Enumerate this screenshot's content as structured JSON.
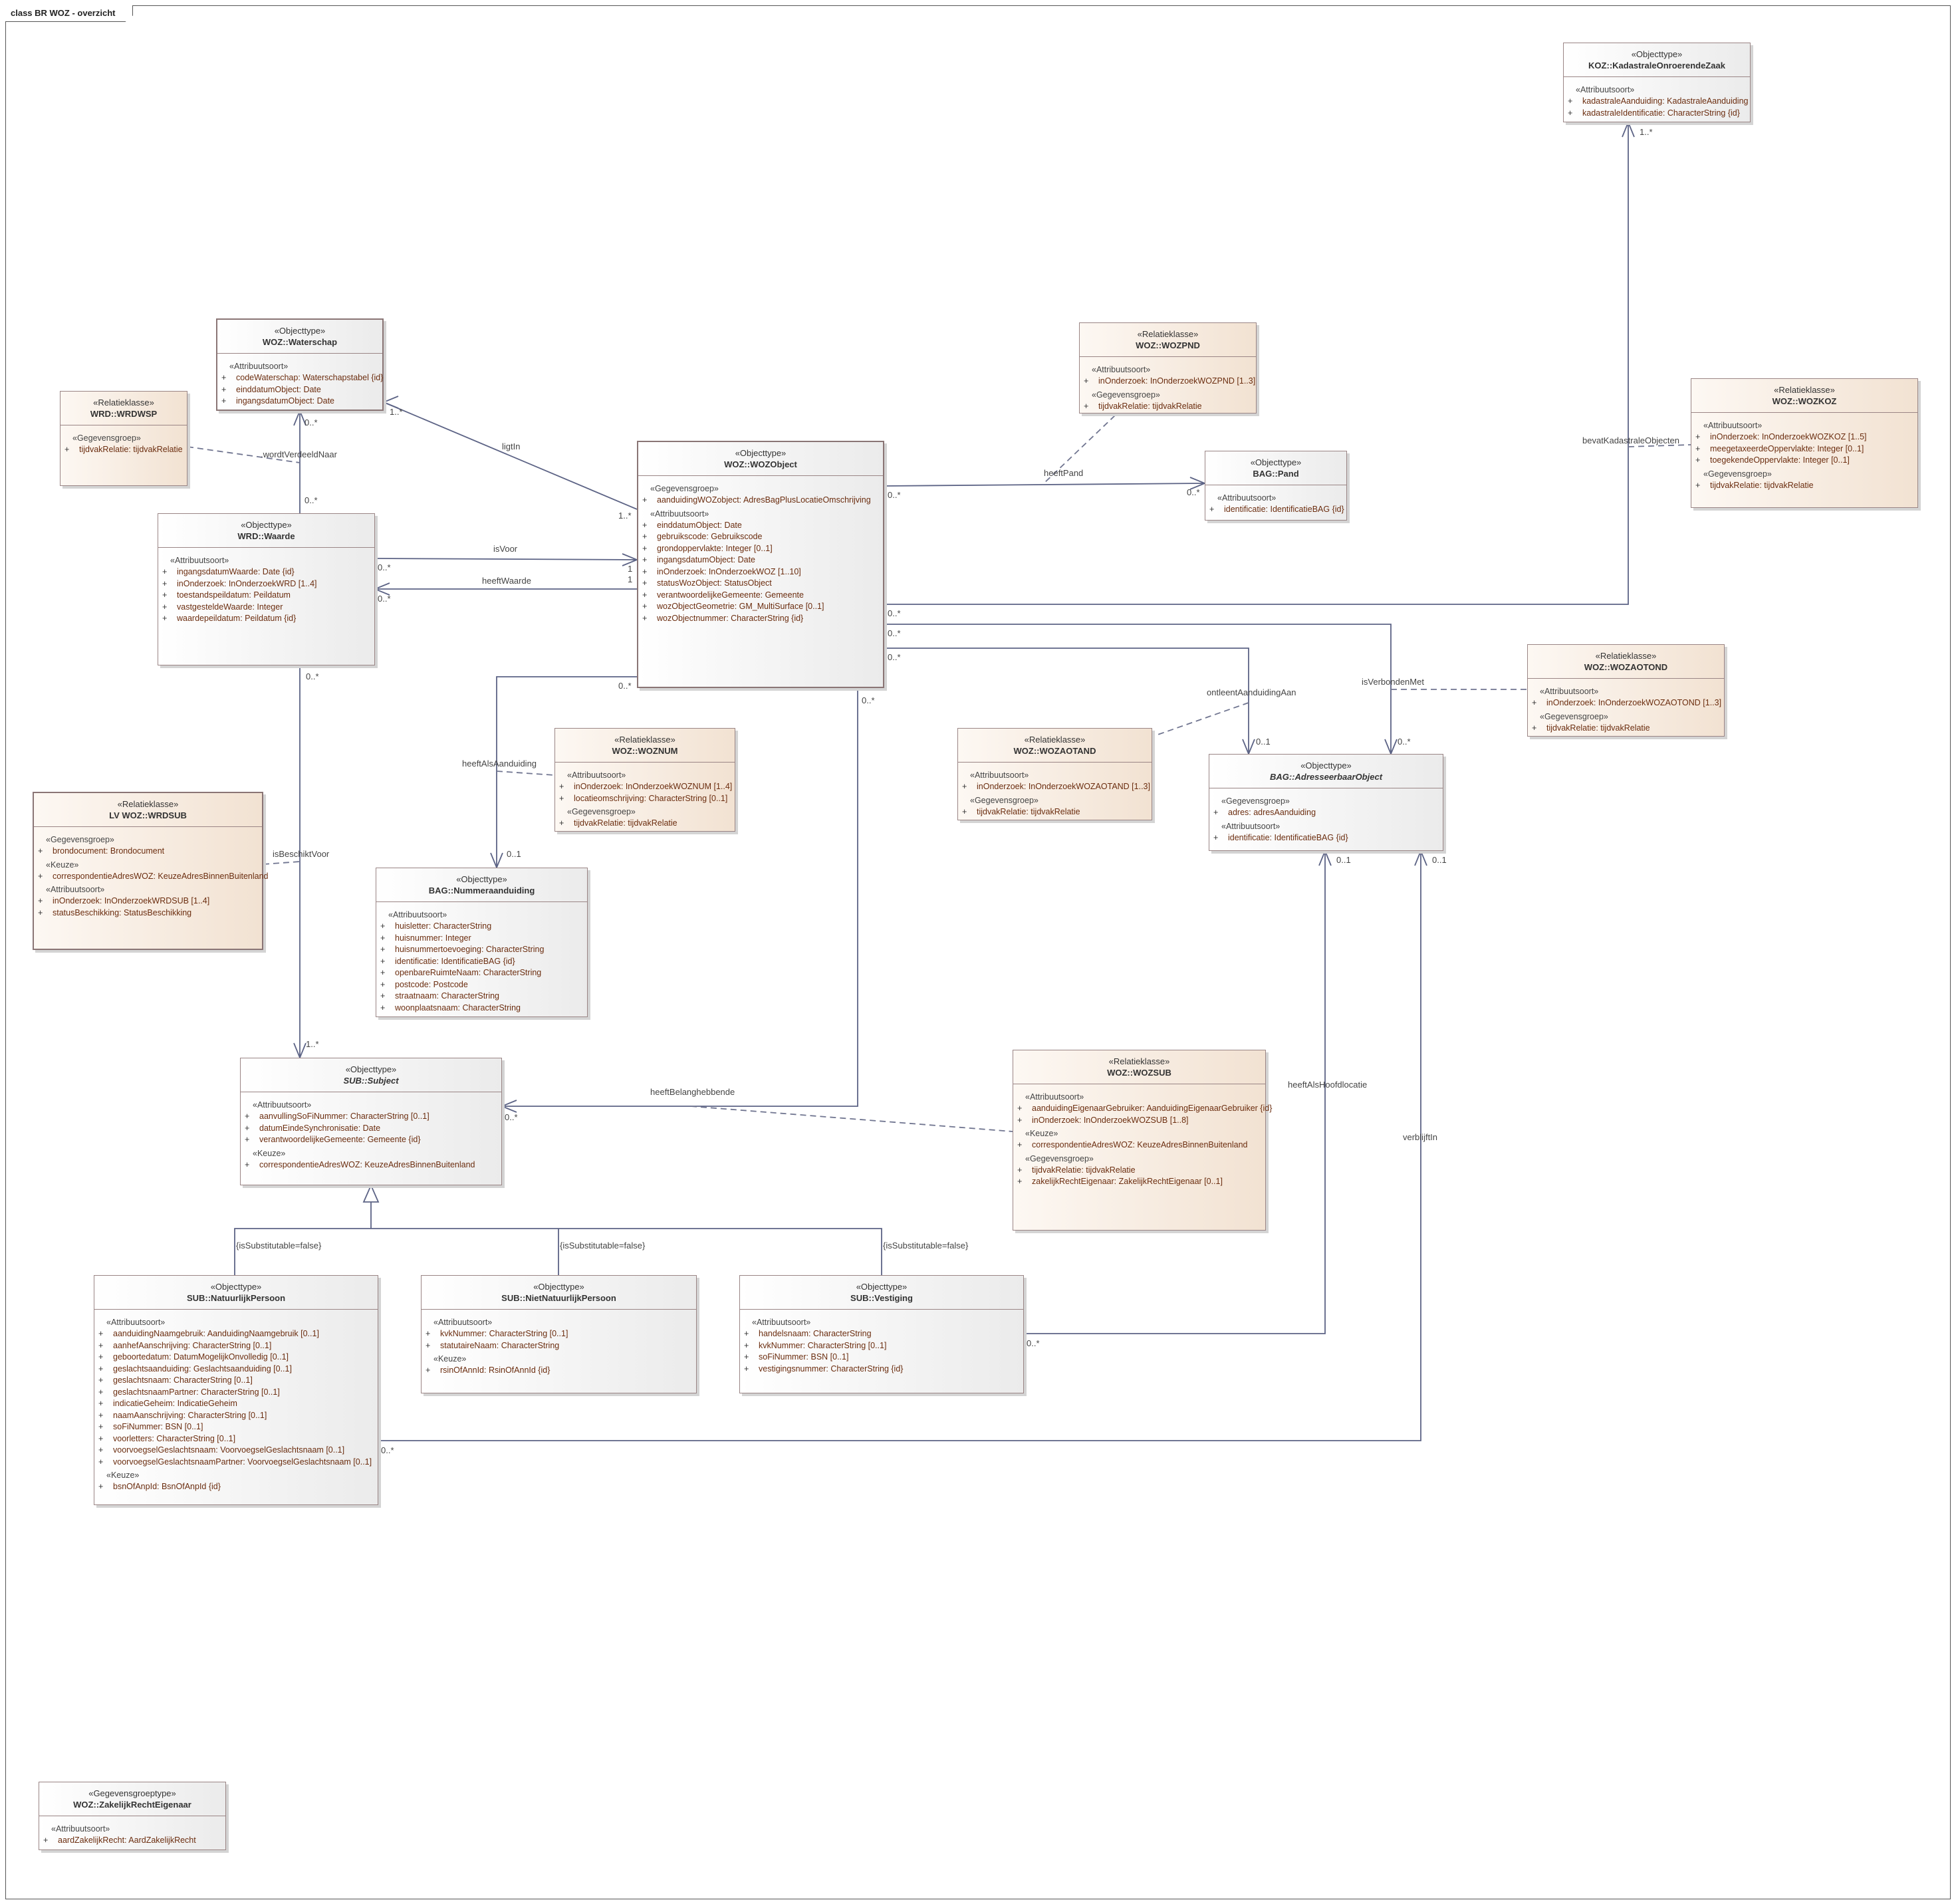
{
  "diagram_title": "class BR WOZ - overzicht",
  "colors": {
    "objecttype_fill": "#ececec",
    "relatieklasse_fill": "#f2e2d2",
    "border": "#9a8585",
    "line": "#5c6385",
    "attribute_text": "#6b2d0f"
  },
  "classes": [
    {
      "id": "koz",
      "stereotype": "«Objecttype»",
      "name": "KOZ::KadastraleOnroerendeZaak",
      "kind": "object",
      "sections": [
        {
          "stereotype": "«Attribuutsoort»",
          "attrs": [
            "kadastraleAanduiding: KadastraleAanduiding",
            "kadastraleIdentificatie: CharacterString {id}"
          ]
        }
      ]
    },
    {
      "id": "waterschap",
      "stereotype": "«Objecttype»",
      "name": "WOZ::Waterschap",
      "kind": "object",
      "strong": true,
      "sections": [
        {
          "stereotype": "«Attribuutsoort»",
          "attrs": [
            "codeWaterschap: Waterschapstabel {id}",
            "einddatumObject: Date",
            "ingangsdatumObject: Date"
          ]
        }
      ]
    },
    {
      "id": "wrdwsp",
      "stereotype": "«Relatieklasse»",
      "name": "WRD::WRDWSP",
      "kind": "rel",
      "sections": [
        {
          "stereotype": "«Gegevensgroep»",
          "attrs": [
            "tijdvakRelatie: tijdvakRelatie"
          ]
        }
      ]
    },
    {
      "id": "wozpnd",
      "stereotype": "«Relatieklasse»",
      "name": "WOZ::WOZPND",
      "kind": "rel",
      "sections": [
        {
          "stereotype": "«Attribuutsoort»",
          "attrs": [
            "inOnderzoek: InOnderzoekWOZPND [1..3]"
          ]
        },
        {
          "stereotype": "«Gegevensgroep»",
          "attrs": [
            "tijdvakRelatie: tijdvakRelatie"
          ]
        }
      ]
    },
    {
      "id": "wozkoz",
      "stereotype": "«Relatieklasse»",
      "name": "WOZ::WOZKOZ",
      "kind": "rel",
      "sections": [
        {
          "stereotype": "«Attribuutsoort»",
          "attrs": [
            "inOnderzoek: InOnderzoekWOZKOZ [1..5]",
            "meegetaxeerdeOppervlakte: Integer [0..1]",
            "toegekendeOppervlakte: Integer [0..1]"
          ]
        },
        {
          "stereotype": "«Gegevensgroep»",
          "attrs": [
            "tijdvakRelatie: tijdvakRelatie"
          ]
        }
      ]
    },
    {
      "id": "wozobject",
      "stereotype": "«Objecttype»",
      "name": "WOZ::WOZObject",
      "kind": "object",
      "strong": true,
      "sections": [
        {
          "stereotype": "«Gegevensgroep»",
          "attrs": [
            "aanduidingWOZobject: AdresBagPlusLocatieOmschrijving"
          ]
        },
        {
          "stereotype": "«Attribuutsoort»",
          "attrs": [
            "einddatumObject: Date",
            "gebruikscode: Gebruikscode",
            "grondoppervlakte: Integer [0..1]",
            "ingangsdatumObject: Date",
            "inOnderzoek: InOnderzoekWOZ [1..10]",
            "statusWozObject: StatusObject",
            "verantwoordelijkeGemeente: Gemeente",
            "wozObjectGeometrie: GM_MultiSurface [0..1]",
            "wozObjectnummer: CharacterString {id}"
          ]
        }
      ]
    },
    {
      "id": "pand",
      "stereotype": "«Objecttype»",
      "name": "BAG::Pand",
      "kind": "object",
      "sections": [
        {
          "stereotype": "«Attribuutsoort»",
          "attrs": [
            "identificatie: IdentificatieBAG {id}"
          ]
        }
      ]
    },
    {
      "id": "waarde",
      "stereotype": "«Objecttype»",
      "name": "WRD::Waarde",
      "kind": "object",
      "sections": [
        {
          "stereotype": "«Attribuutsoort»",
          "attrs": [
            "ingangsdatumWaarde: Date {id}",
            "inOnderzoek: InOnderzoekWRD [1..4]",
            "toestandspeildatum: Peildatum",
            "vastgesteldeWaarde: Integer",
            "waardepeildatum: Peildatum {id}"
          ]
        }
      ]
    },
    {
      "id": "wozaotond",
      "stereotype": "«Relatieklasse»",
      "name": "WOZ::WOZAOTOND",
      "kind": "rel",
      "sections": [
        {
          "stereotype": "«Attribuutsoort»",
          "attrs": [
            "inOnderzoek: InOnderzoekWOZAOTOND [1..3]"
          ]
        },
        {
          "stereotype": "«Gegevensgroep»",
          "attrs": [
            "tijdvakRelatie: tijdvakRelatie"
          ]
        }
      ]
    },
    {
      "id": "woznum",
      "stereotype": "«Relatieklasse»",
      "name": "WOZ::WOZNUM",
      "kind": "rel",
      "sections": [
        {
          "stereotype": "«Attribuutsoort»",
          "attrs": [
            "inOnderzoek: InOnderzoekWOZNUM [1..4]",
            "locatieomschrijving: CharacterString [0..1]"
          ]
        },
        {
          "stereotype": "«Gegevensgroep»",
          "attrs": [
            "tijdvakRelatie: tijdvakRelatie"
          ]
        }
      ]
    },
    {
      "id": "wozaotand",
      "stereotype": "«Relatieklasse»",
      "name": "WOZ::WOZAOTAND",
      "kind": "rel",
      "sections": [
        {
          "stereotype": "«Attribuutsoort»",
          "attrs": [
            "inOnderzoek: InOnderzoekWOZAOTAND [1..3]"
          ]
        },
        {
          "stereotype": "«Gegevensgroep»",
          "attrs": [
            "tijdvakRelatie: tijdvakRelatie"
          ]
        }
      ]
    },
    {
      "id": "adresseerbaar",
      "stereotype": "«Objecttype»",
      "name": "BAG::AdresseerbaarObject",
      "kind": "object",
      "abstract": true,
      "sections": [
        {
          "stereotype": "«Gegevensgroep»",
          "attrs": [
            "adres: adresAanduiding"
          ]
        },
        {
          "stereotype": "«Attribuutsoort»",
          "attrs": [
            "identificatie: IdentificatieBAG {id}"
          ]
        }
      ]
    },
    {
      "id": "wrdsub",
      "stereotype": "«Relatieklasse»",
      "name": "LV WOZ::WRDSUB",
      "kind": "rel",
      "strong": true,
      "sections": [
        {
          "stereotype": "«Gegevensgroep»",
          "attrs": [
            "brondocument: Brondocument"
          ]
        },
        {
          "stereotype": "«Keuze»",
          "attrs": [
            "correspondentieAdresWOZ: KeuzeAdresBinnenBuitenland"
          ]
        },
        {
          "stereotype": "«Attribuutsoort»",
          "attrs": [
            "inOnderzoek: InOnderzoekWRDSUB [1..4]",
            "statusBeschikking: StatusBeschikking"
          ]
        }
      ]
    },
    {
      "id": "nummeraanduiding",
      "stereotype": "«Objecttype»",
      "name": "BAG::Nummeraanduiding",
      "kind": "object",
      "sections": [
        {
          "stereotype": "«Attribuutsoort»",
          "attrs": [
            "huisletter: CharacterString",
            "huisnummer: Integer",
            "huisnummertoevoeging: CharacterString",
            "identificatie: IdentificatieBAG {id}",
            "openbareRuimteNaam: CharacterString",
            "postcode: Postcode",
            "straatnaam: CharacterString",
            "woonplaatsnaam: CharacterString"
          ]
        }
      ]
    },
    {
      "id": "subject",
      "stereotype": "«Objecttype»",
      "name": "SUB::Subject",
      "kind": "object",
      "abstract": true,
      "sections": [
        {
          "stereotype": "«Attribuutsoort»",
          "attrs": [
            "aanvullingSoFiNummer: CharacterString [0..1]",
            "datumEindeSynchronisatie: Date",
            "verantwoordelijkeGemeente: Gemeente {id}"
          ]
        },
        {
          "stereotype": "«Keuze»",
          "attrs": [
            "correspondentieAdresWOZ: KeuzeAdresBinnenBuitenland"
          ]
        }
      ]
    },
    {
      "id": "wozsub",
      "stereotype": "«Relatieklasse»",
      "name": "WOZ::WOZSUB",
      "kind": "rel",
      "sections": [
        {
          "stereotype": "«Attribuutsoort»",
          "attrs": [
            "aanduidingEigenaarGebruiker: AanduidingEigenaarGebruiker {id}",
            "inOnderzoek: InOnderzoekWOZSUB [1..8]"
          ]
        },
        {
          "stereotype": "«Keuze»",
          "attrs": [
            "correspondentieAdresWOZ: KeuzeAdresBinnenBuitenland"
          ]
        },
        {
          "stereotype": "«Gegevensgroep»",
          "attrs": [
            "tijdvakRelatie: tijdvakRelatie",
            "zakelijkRechtEigenaar: ZakelijkRechtEigenaar [0..1]"
          ]
        }
      ]
    },
    {
      "id": "natuurlijkpersoon",
      "stereotype": "«Objecttype»",
      "name": "SUB::NatuurlijkPersoon",
      "kind": "object",
      "sections": [
        {
          "stereotype": "«Attribuutsoort»",
          "attrs": [
            "aanduidingNaamgebruik: AanduidingNaamgebruik [0..1]",
            "aanhefAanschrijving: CharacterString [0..1]",
            "geboortedatum: DatumMogelijkOnvolledig [0..1]",
            "geslachtsaanduiding: Geslachtsaanduiding [0..1]",
            "geslachtsnaam: CharacterString [0..1]",
            "geslachtsnaamPartner: CharacterString [0..1]",
            "indicatieGeheim: IndicatieGeheim",
            "naamAanschrijving: CharacterString [0..1]",
            "soFiNummer: BSN [0..1]",
            "voorletters: CharacterString [0..1]",
            "voorvoegselGeslachtsnaam: VoorvoegselGeslachtsnaam [0..1]",
            "voorvoegselGeslachtsnaamPartner: VoorvoegselGeslachtsnaam [0..1]"
          ]
        },
        {
          "stereotype": "«Keuze»",
          "attrs": [
            "bsnOfAnpId: BsnOfAnpId {id}"
          ]
        }
      ]
    },
    {
      "id": "nietnatuurlijkpersoon",
      "stereotype": "«Objecttype»",
      "name": "SUB::NietNatuurlijkPersoon",
      "kind": "object",
      "sections": [
        {
          "stereotype": "«Attribuutsoort»",
          "attrs": [
            "kvkNummer: CharacterString [0..1]",
            "statutaireNaam: CharacterString"
          ]
        },
        {
          "stereotype": "«Keuze»",
          "attrs": [
            "rsinOfAnnId: RsinOfAnnId {id}"
          ]
        }
      ]
    },
    {
      "id": "vestiging",
      "stereotype": "«Objecttype»",
      "name": "SUB::Vestiging",
      "kind": "object",
      "sections": [
        {
          "stereotype": "«Attribuutsoort»",
          "attrs": [
            "handelsnaam: CharacterString",
            "kvkNummer: CharacterString [0..1]",
            "soFiNummer: BSN [0..1]",
            "vestigingsnummer: CharacterString {id}"
          ]
        }
      ]
    },
    {
      "id": "zakelijkrecht",
      "stereotype": "«Gegevensgroeptype»",
      "name": "WOZ::ZakelijkRechtEigenaar",
      "kind": "object",
      "sections": [
        {
          "stereotype": "«Attribuutsoort»",
          "attrs": [
            "aardZakelijkRecht: AardZakelijkRecht"
          ]
        }
      ]
    }
  ],
  "associations": [
    {
      "id": "wordtVerdeeldNaar",
      "label": ".wordtVerdeeldNaar",
      "source_mult": "0..*",
      "target_mult": "0..*"
    },
    {
      "id": "ligtIn",
      "label": "ligtIn",
      "source_mult": "1..*",
      "target_mult": "1..*"
    },
    {
      "id": "isVoor",
      "label": "isVoor",
      "source_mult": "0..*",
      "target_mult": "1"
    },
    {
      "id": "heeftWaarde",
      "label": "heeftWaarde",
      "source_mult": "1",
      "target_mult": "0..*"
    },
    {
      "id": "heeftPand",
      "label": "heeftPand",
      "source_mult": "0..*",
      "target_mult": "0..*"
    },
    {
      "id": "bevatKadastraleObjecten",
      "label": "bevatKadastraleObjecten",
      "source_mult": "0..*",
      "target_mult": "1..*"
    },
    {
      "id": "isVerbondenMet",
      "label": "isVerbondenMet",
      "source_mult": "0..*",
      "target_mult": "0..*"
    },
    {
      "id": "ontleentAanduidingAan",
      "label": "ontleentAanduidingAan",
      "source_mult": "0..*",
      "target_mult": "0..1"
    },
    {
      "id": "heeftAlsAanduiding",
      "label": "heeftAlsAanduiding",
      "source_mult": "0..*",
      "target_mult": "0..1"
    },
    {
      "id": "heeftBelanghebbende",
      "label": "heeftBelanghebbende",
      "source_mult": "0..*",
      "target_mult": "0..*"
    },
    {
      "id": "isBeschiktVoor",
      "label": "isBeschiktVoor",
      "source_mult": "0..*",
      "target_mult": "1..*"
    },
    {
      "id": "heeftAlsHoofdlocatie",
      "label": "heeftAlsHoofdlocatie",
      "source_mult": "0..*",
      "target_mult": "0..1"
    },
    {
      "id": "verblijftIn",
      "label": "verblijftIn",
      "source_mult": "0..*",
      "target_mult": "0..1"
    }
  ],
  "generalization_constraints": [
    "{isSubstitutable=false}",
    "{isSubstitutable=false}",
    "{isSubstitutable=false}"
  ]
}
